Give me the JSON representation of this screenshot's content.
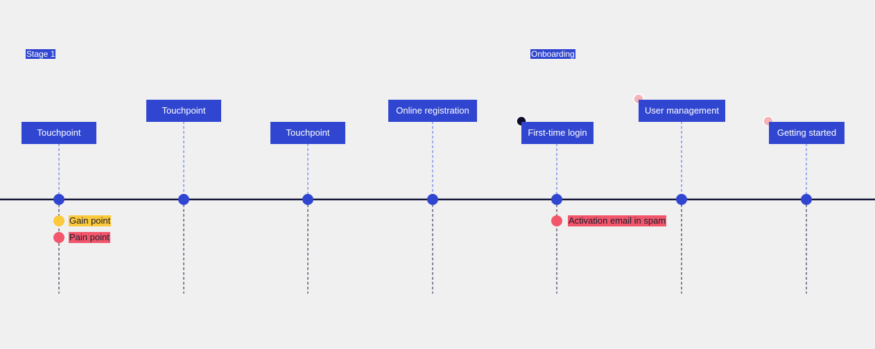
{
  "stages": [
    {
      "label": "Stage 1"
    },
    {
      "label": "Onboarding"
    }
  ],
  "touchpoints": [
    {
      "label": "Touchpoint"
    },
    {
      "label": "Touchpoint"
    },
    {
      "label": "Touchpoint"
    },
    {
      "label": "Online registration"
    },
    {
      "label": "First-time login"
    },
    {
      "label": "User management"
    },
    {
      "label": "Getting started"
    }
  ],
  "notes": {
    "gain": "Gain point",
    "pain": "Pain point",
    "activation": "Activation email in spam"
  },
  "colors": {
    "box": "#3046d0",
    "timeline": "#151539",
    "node": "#3046d0",
    "gain": "#fbc93b",
    "pain": "#f2566b",
    "marker_dark": "#0d0d2b",
    "marker_pink": "#f5b3b8"
  }
}
